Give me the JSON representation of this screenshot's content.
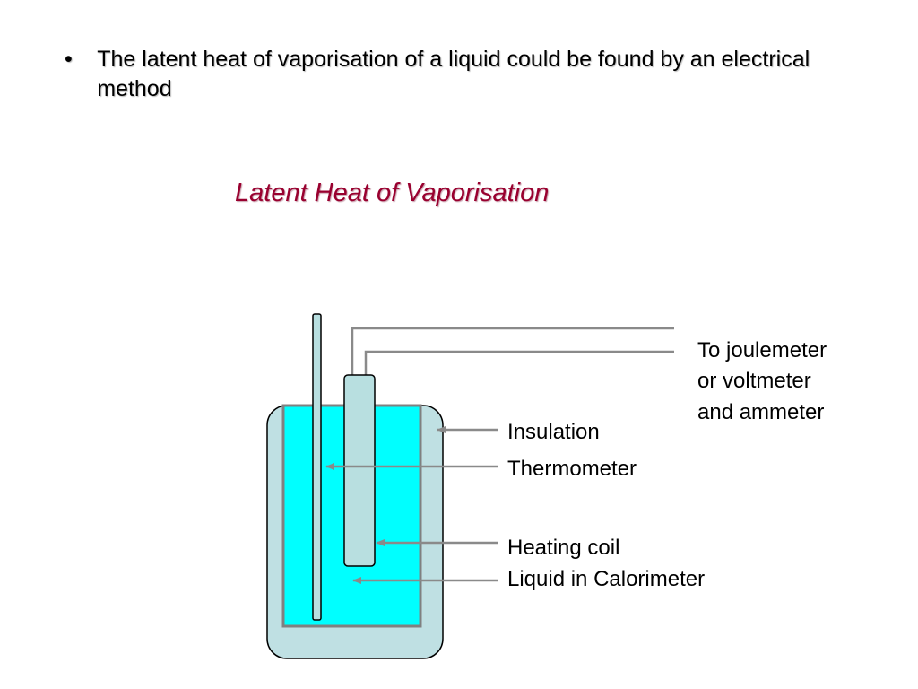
{
  "slide": {
    "bullet": "•",
    "text": "The latent heat of vaporisation of a liquid could be found by an electrical method"
  },
  "title": "Latent Heat of Vaporisation",
  "diagram": {
    "labels": {
      "meter_line1": "To joulemeter",
      "meter_line2": "or voltmeter",
      "meter_line3": "and ammeter",
      "insulation": "Insulation",
      "thermometer": "Thermometer",
      "heating_coil": "Heating coil",
      "liquid": "Liquid in Calorimeter"
    },
    "colors": {
      "insulation": "#bfe0e3",
      "liquid": "#00ffff",
      "coil": "#b8dfe0",
      "wire": "#8a8a8a",
      "title": "#99002f"
    }
  }
}
